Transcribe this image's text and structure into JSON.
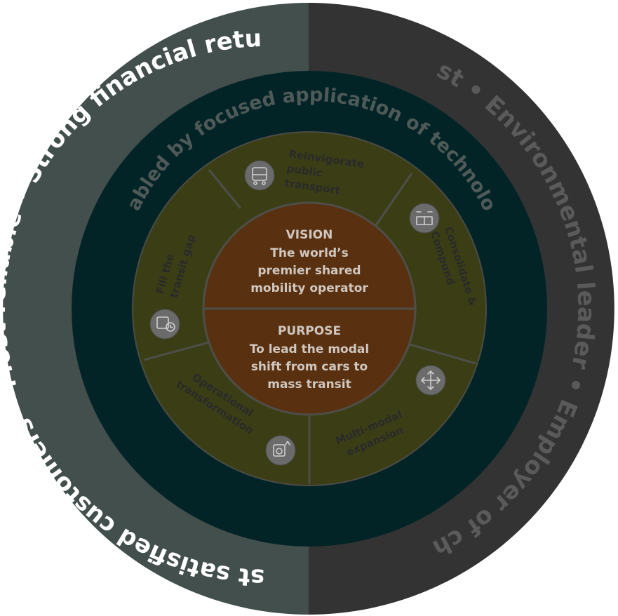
{
  "outer_ring": {
    "left_text": "Most satisfied customers  •  Most reliable  •  Strong financial returns",
    "right_text": "Safest  •  Environmental leader  •  Employer of choice"
  },
  "technology_ring": {
    "text": "Enabled by focused application of technology"
  },
  "segments": [
    {
      "lines": [
        "Reinvigorate",
        "public",
        "transport"
      ],
      "icon": "bus-icon"
    },
    {
      "lines": [
        "Consolidate &",
        "Compund"
      ],
      "icon": "consolidate-icon"
    },
    {
      "lines": [
        "Multi-modal",
        "expansion"
      ],
      "icon": "arrows-icon"
    },
    {
      "lines": [
        "Operational",
        "transformation"
      ],
      "icon": "gear-icon"
    },
    {
      "lines": [
        "Fill the",
        "transit gap"
      ],
      "icon": "map-clock-icon"
    }
  ],
  "vision": {
    "heading": "VISION",
    "lines": [
      "The world’s",
      "premier shared",
      "mobility operator"
    ]
  },
  "purpose": {
    "heading": "PURPOSE",
    "lines": [
      "To lead the modal",
      "shift from cars to",
      "mass transit"
    ]
  },
  "colors": {
    "outer_left": "#434f4d",
    "outer_right": "#333333",
    "tech_ring": "#032427",
    "segments": "#3b3e15",
    "core": "#5a3110"
  }
}
